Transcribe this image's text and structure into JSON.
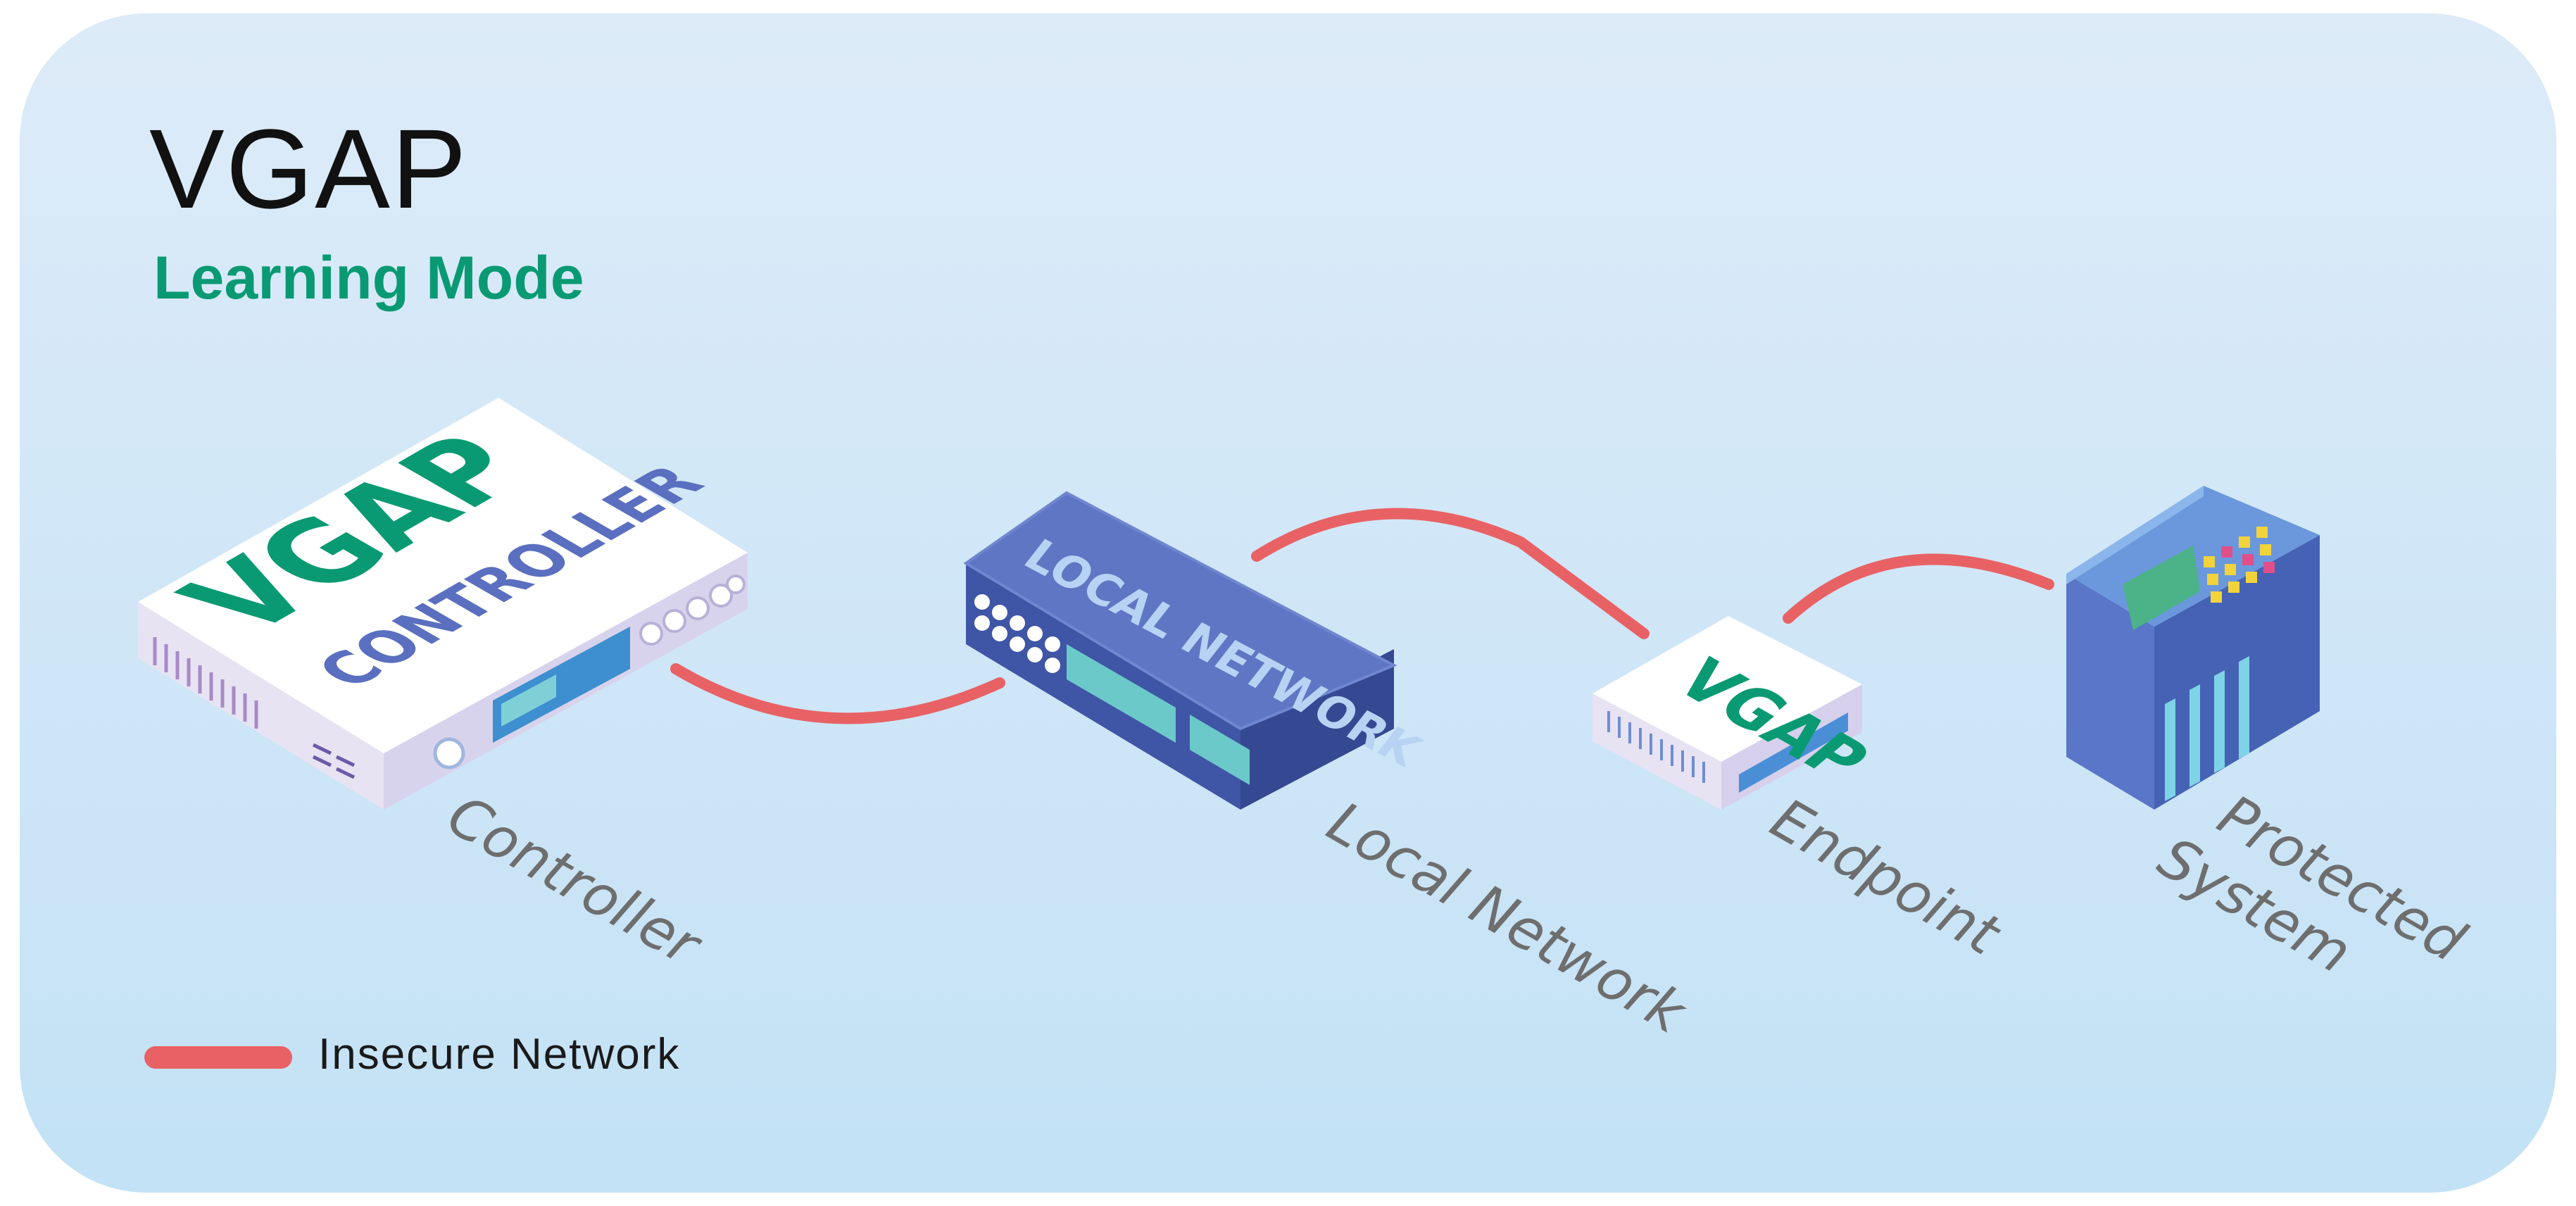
{
  "title": "VGAP",
  "subtitle": "Learning Mode",
  "legend": {
    "label": "Insecure Network",
    "color": "#e86265"
  },
  "devices": {
    "controller": {
      "top_line": "VGAP",
      "bottom_line": "CONTROLLER",
      "caption": "Controller"
    },
    "local_network": {
      "text": "LOCAL NETWORK",
      "caption": "Local Network"
    },
    "endpoint": {
      "text": "VGAP",
      "caption": "Endpoint"
    },
    "protected_system": {
      "caption_line1": "Protected",
      "caption_line2": "System"
    }
  },
  "colors": {
    "accent_green": "#0a9a73",
    "insecure_link": "#e86265",
    "network_blue": "#4a62b0",
    "device_white": "#ffffff"
  }
}
